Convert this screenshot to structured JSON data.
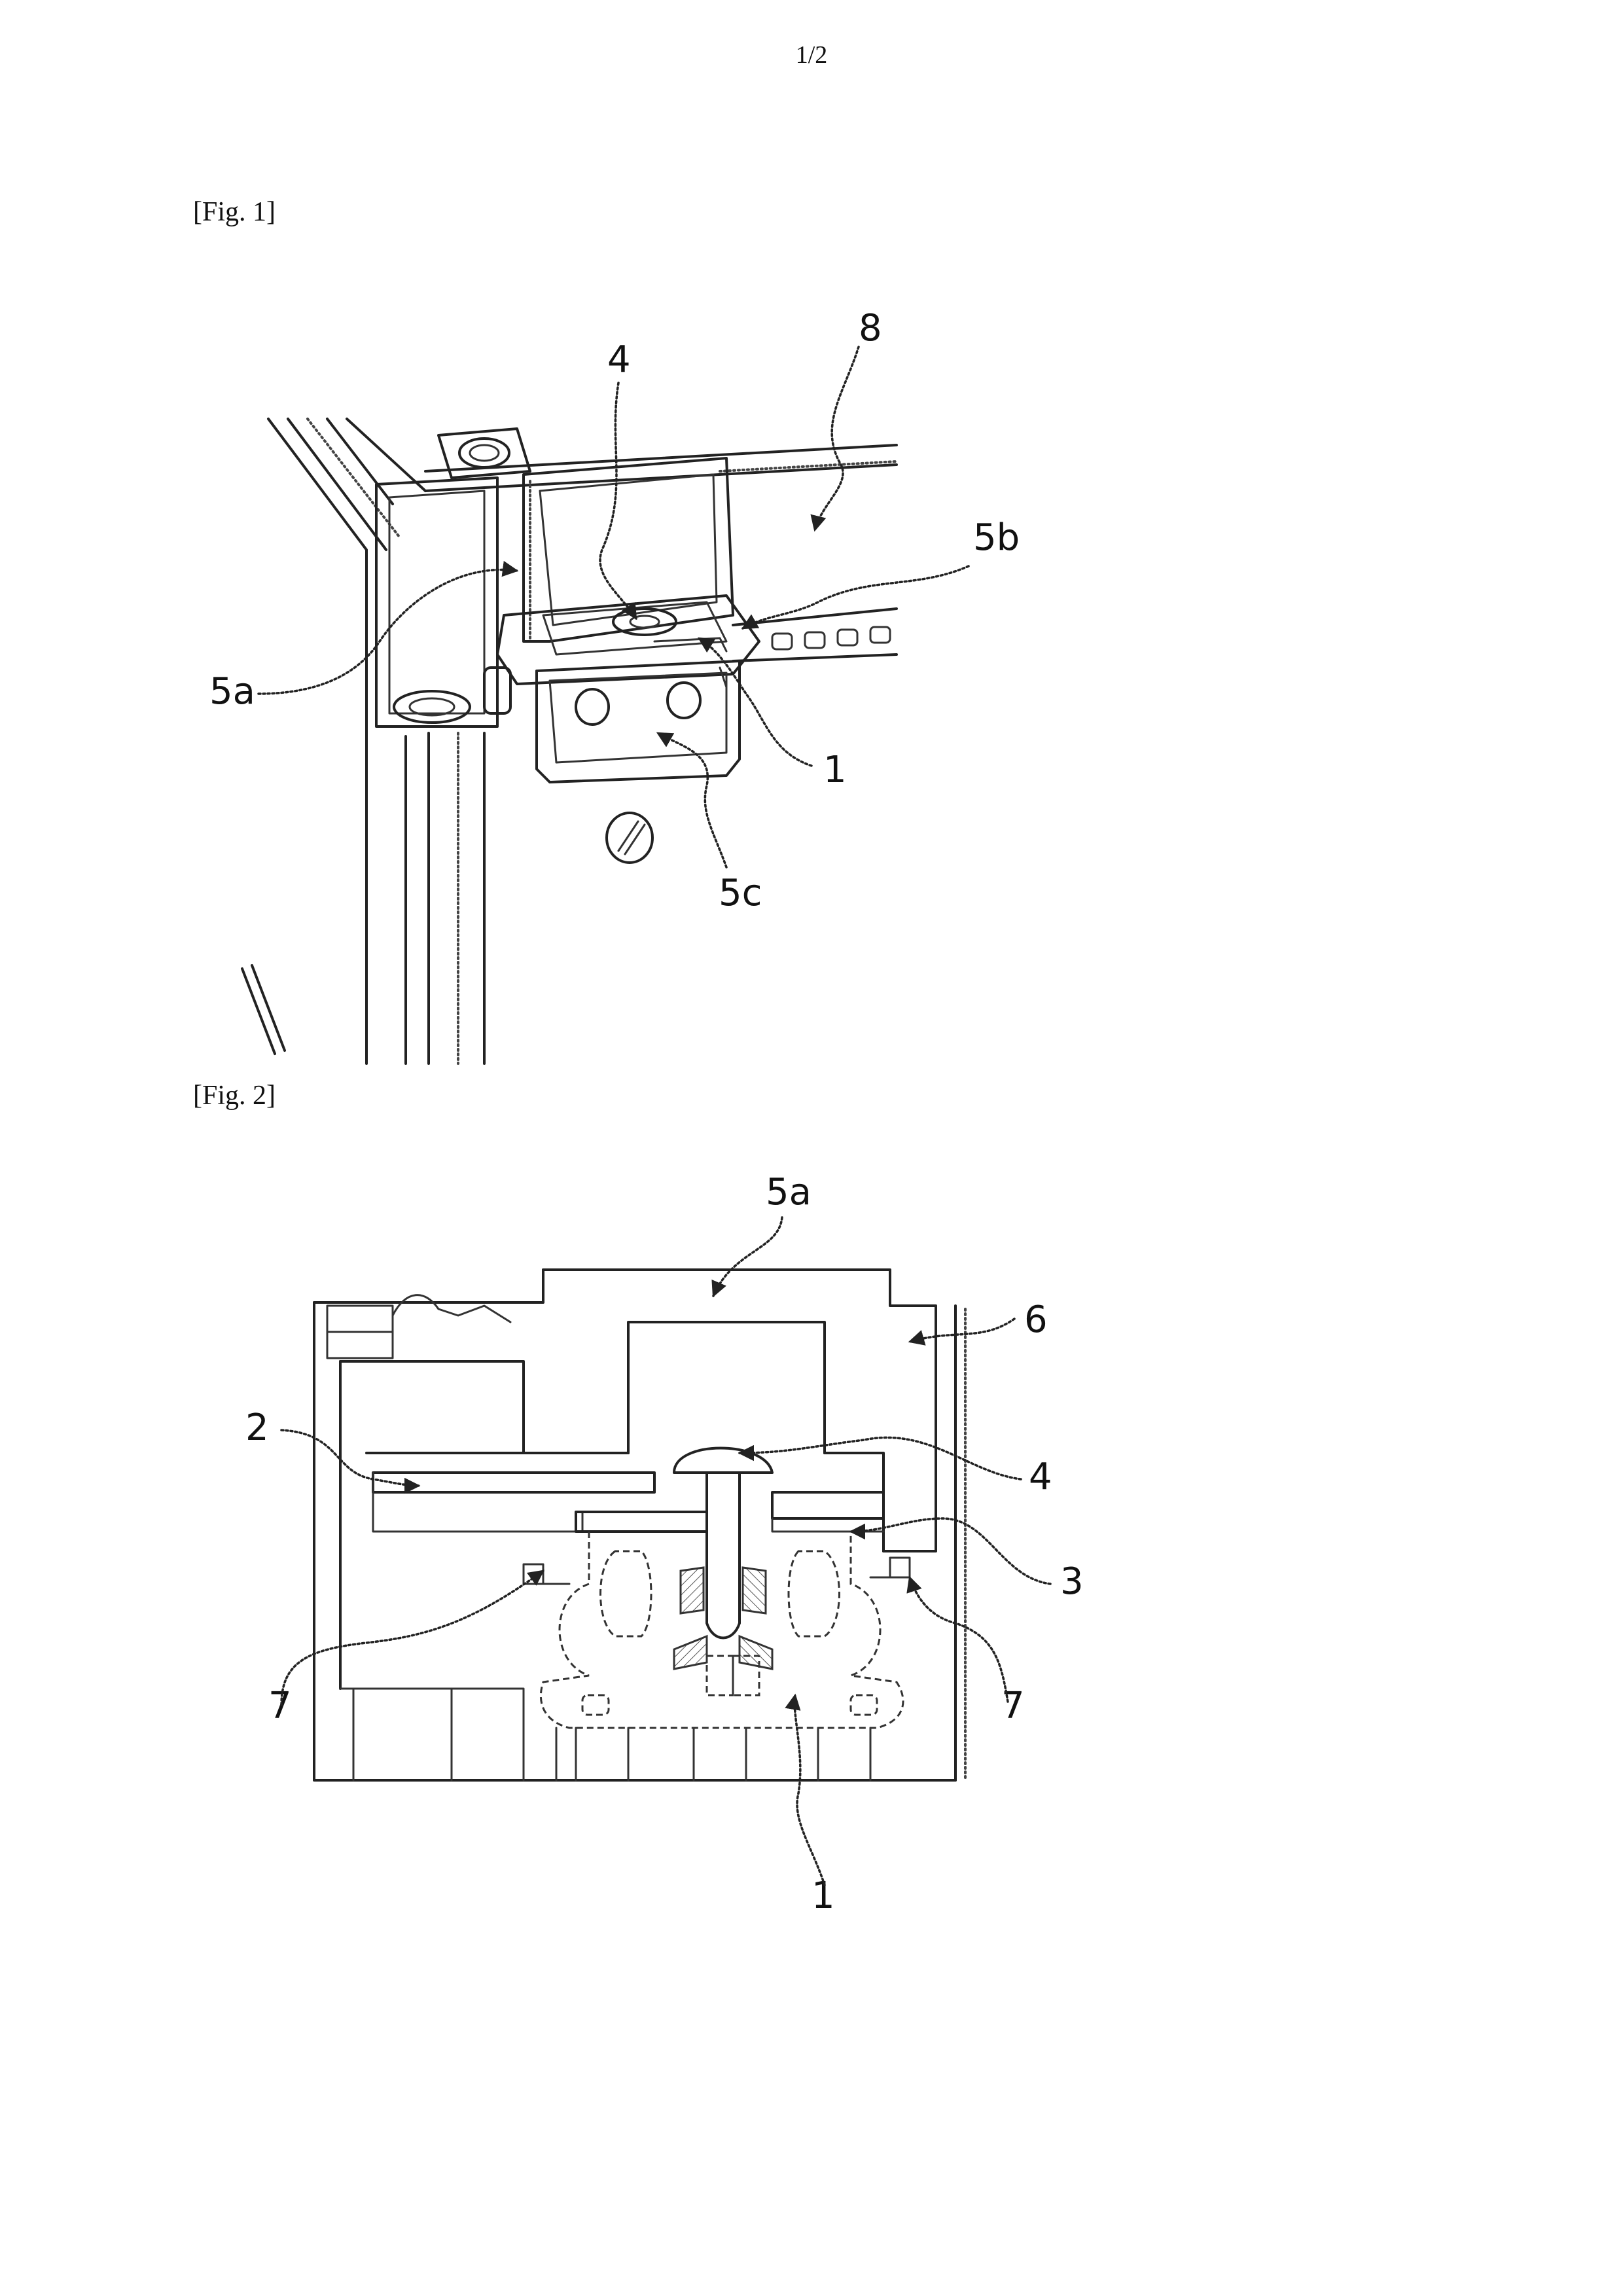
{
  "page": {
    "page_number": "1/2"
  },
  "figures": [
    {
      "caption": "[Fig. 1]",
      "reference_labels": [
        "8",
        "4",
        "5b",
        "5a",
        "1",
        "5c"
      ]
    },
    {
      "caption": "[Fig. 2]",
      "reference_labels": [
        "5a",
        "6",
        "2",
        "4",
        "3",
        "7",
        "7",
        "1"
      ]
    }
  ]
}
